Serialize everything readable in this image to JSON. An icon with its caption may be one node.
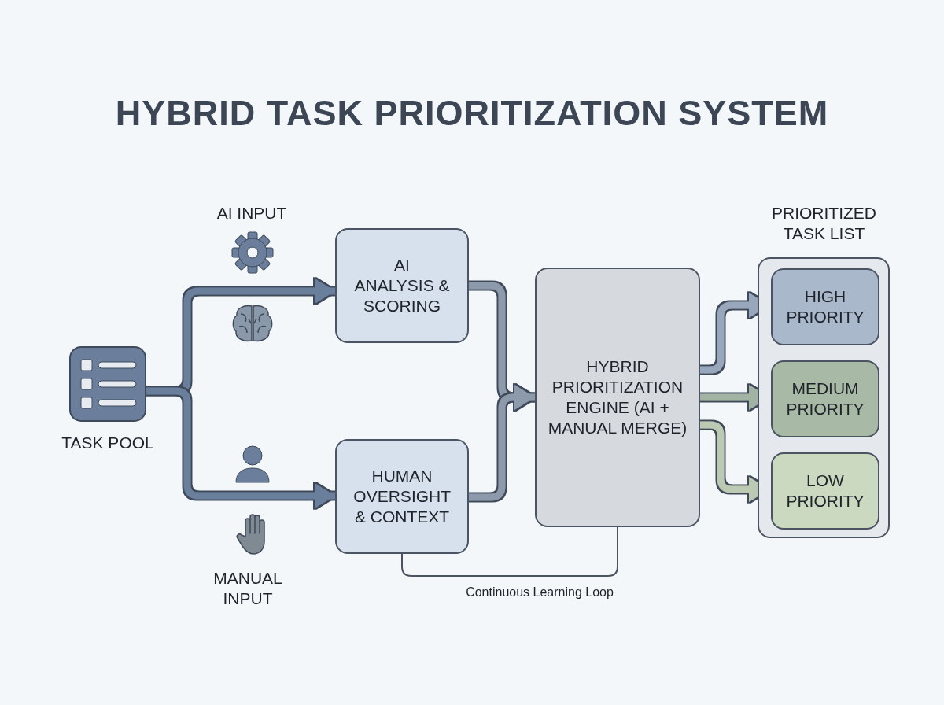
{
  "diagram": {
    "title": "HYBRID TASK PRIORITIZATION SYSTEM",
    "nodes": [
      {
        "text": [
          "TASK POOL"
        ]
      },
      {
        "text": [
          "AI ANALYSIS & SCORING"
        ]
      },
      {
        "text": [
          "HUMAN OVERSIGHT & CONTEXT"
        ]
      },
      {
        "text": [
          "HYBRID PRIORITIZATION ENGINE (AI + MANUAL MERGE)"
        ]
      },
      {
        "text": [
          "PRIORITIZED TASK LIST"
        ]
      },
      {
        "text": [
          "HIGH PRIORITY"
        ],
        "in": 4
      },
      {
        "text": [
          "MEDIUM PRIORITY"
        ],
        "in": 4
      },
      {
        "text": [
          "LOW PRIORITY"
        ],
        "in": 4
      }
    ],
    "edges": [
      {
        "from": 0,
        "to": 1,
        "arrow": "to"
      },
      {
        "from": 0,
        "to": 2,
        "arrow": "to"
      },
      {
        "from": 1,
        "to": 3,
        "arrow": "to",
        "color": "#8d9aab"
      },
      {
        "from": 2,
        "to": 3,
        "arrow": "to",
        "color": "#8d9aab"
      },
      {
        "from": 3,
        "to": 5,
        "arrow": "to",
        "color": "#98a7bb"
      },
      {
        "from": 3,
        "to": 6,
        "arrow": "to",
        "color": "#a3b3a3"
      },
      {
        "from": 3,
        "to": 7,
        "arrow": "to",
        "color": "#bccab3"
      },
      {
        "from": 3,
        "to": 2,
        "arrow": "none",
        "label": "Continuous Learning Loop",
        "color": "#4a5360"
      }
    ],
    "labels": [
      "AI INPUT",
      "MANUAL INPUT"
    ]
  }
}
